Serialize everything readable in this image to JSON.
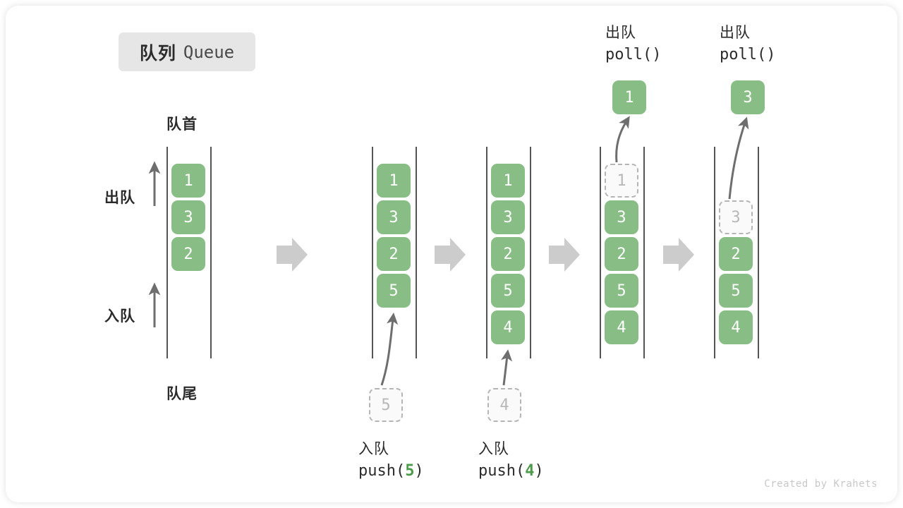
{
  "title": {
    "cn": "队列",
    "en": "Queue"
  },
  "labels": {
    "front": "队首",
    "rear": "队尾",
    "dequeue_side": "出队",
    "enqueue_side": "入队"
  },
  "columns": [
    {
      "name": "initial",
      "cells": [
        {
          "value": "1",
          "state": "filled"
        },
        {
          "value": "3",
          "state": "filled"
        },
        {
          "value": "2",
          "state": "filled"
        }
      ]
    },
    {
      "name": "after-push-5",
      "cells": [
        {
          "value": "1",
          "state": "filled"
        },
        {
          "value": "3",
          "state": "filled"
        },
        {
          "value": "2",
          "state": "filled"
        },
        {
          "value": "5",
          "state": "filled"
        }
      ],
      "incoming": {
        "value": "5",
        "state": "ghost"
      },
      "caption": {
        "line1": "入队",
        "op": "push(",
        "arg": "5",
        "close": ")"
      }
    },
    {
      "name": "after-push-4",
      "cells": [
        {
          "value": "1",
          "state": "filled"
        },
        {
          "value": "3",
          "state": "filled"
        },
        {
          "value": "2",
          "state": "filled"
        },
        {
          "value": "5",
          "state": "filled"
        },
        {
          "value": "4",
          "state": "filled"
        }
      ],
      "incoming": {
        "value": "4",
        "state": "ghost"
      },
      "caption": {
        "line1": "入队",
        "op": "push(",
        "arg": "4",
        "close": ")"
      }
    },
    {
      "name": "after-poll-1",
      "cells": [
        {
          "value": "1",
          "state": "ghost"
        },
        {
          "value": "3",
          "state": "filled"
        },
        {
          "value": "2",
          "state": "filled"
        },
        {
          "value": "5",
          "state": "filled"
        },
        {
          "value": "4",
          "state": "filled"
        }
      ],
      "outgoing": {
        "value": "1",
        "state": "filled"
      },
      "caption": {
        "line1": "出队",
        "op": "poll()"
      }
    },
    {
      "name": "after-poll-3",
      "cells": [
        {
          "value": "3",
          "state": "ghost"
        },
        {
          "value": "2",
          "state": "filled"
        },
        {
          "value": "5",
          "state": "filled"
        },
        {
          "value": "4",
          "state": "filled"
        }
      ],
      "outgoing": {
        "value": "3",
        "state": "filled"
      },
      "caption": {
        "line1": "出队",
        "op": "poll()"
      }
    }
  ],
  "watermark": "Created by Krahets",
  "colors": {
    "element_green": "#88be86",
    "ghost_border": "#b5b5b5",
    "rail": "#545454",
    "step_arrow": "#cccccc",
    "badge_bg": "#e6e6e6",
    "arg_green": "#4a9a49"
  }
}
